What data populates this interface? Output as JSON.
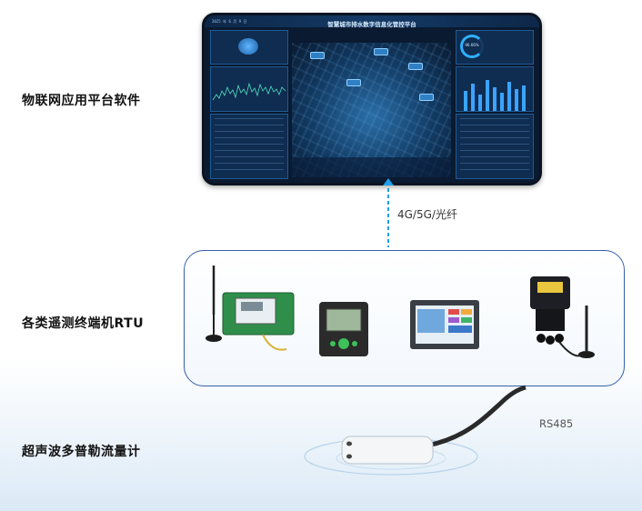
{
  "labels": {
    "platform": "物联网应用平台软件",
    "rtu": "各类遥测终端机RTU",
    "flowmeter": "超声波多普勒流量计"
  },
  "connection": {
    "uplink": "4G/5G/光纤",
    "sensor_bus": "RS485"
  },
  "dashboard": {
    "title": "智慧城市排水数字信息化管控平台",
    "time": "2025 年 6 月 9 日",
    "gauge_center": "96.66%"
  },
  "colors": {
    "arrow": "#1ba0ea",
    "rtu_border": "#3560a8",
    "dashboard_bg": "#0a1a30"
  }
}
